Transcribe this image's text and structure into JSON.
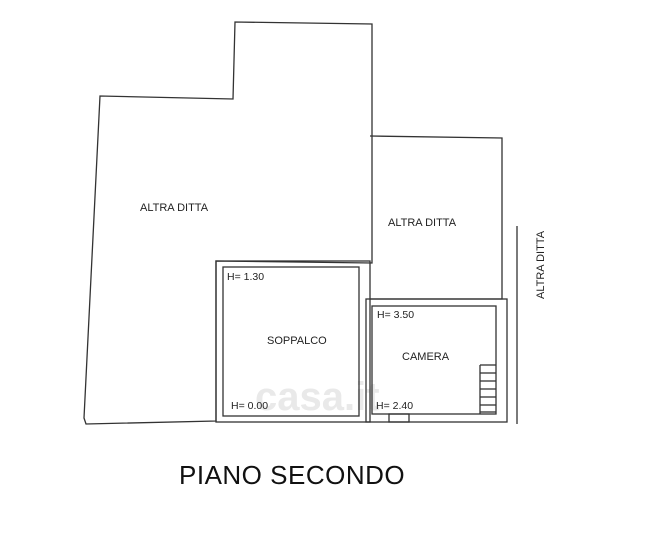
{
  "rooms": {
    "altra_ditta_left": "ALTRA DITTA",
    "altra_ditta_center": "ALTRA DITTA",
    "altra_ditta_right": "ALTRA DITTA",
    "soppalco": "SOPPALCO",
    "camera": "CAMERA"
  },
  "heights": {
    "soppalco_top": "H= 1.30",
    "soppalco_bottom": "H= 0.00",
    "camera_top": "H= 3.50",
    "camera_bottom": "H= 2.40"
  },
  "title": "PIANO SECONDO",
  "watermark": "casa.it"
}
